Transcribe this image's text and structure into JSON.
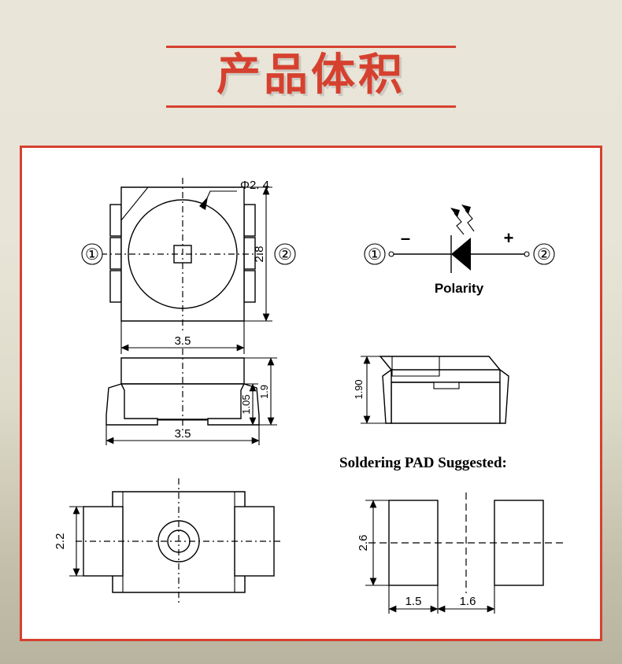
{
  "page": {
    "background_top_color": "#e9e5d9",
    "background_bottom_color": "#b8b49f",
    "accent_color": "#d6412f"
  },
  "title": {
    "text": "产品体积",
    "color": "#d6412f",
    "rule_color": "#d6412f"
  },
  "panel": {
    "border_color": "#d6412f",
    "background_color": "#ffffff"
  },
  "views": {
    "top_view": {
      "name": "top-view",
      "diameter_label": "Φ2. 4",
      "width_label": "3.5",
      "height_label": "2.8",
      "terminal_1": "①",
      "terminal_2": "②"
    },
    "polarity": {
      "name": "polarity-diagram",
      "caption": "Polarity",
      "terminal_1": "①",
      "terminal_2": "②",
      "minus_sign": "–",
      "plus_sign": "+"
    },
    "front_view": {
      "name": "front-view",
      "width_label": "3.5",
      "total_height_label": "1.9",
      "body_height_label": "1.05"
    },
    "side_view": {
      "name": "side-view",
      "height_label": "1.90"
    },
    "bottom_view": {
      "name": "bottom-view",
      "height_label": "2.2"
    },
    "soldering_pad": {
      "name": "soldering-pad-view",
      "title": "Soldering PAD Suggested:",
      "pad_height_label": "2.6",
      "pad_width_label": "1.5",
      "pad_gap_label": "1.6"
    }
  }
}
